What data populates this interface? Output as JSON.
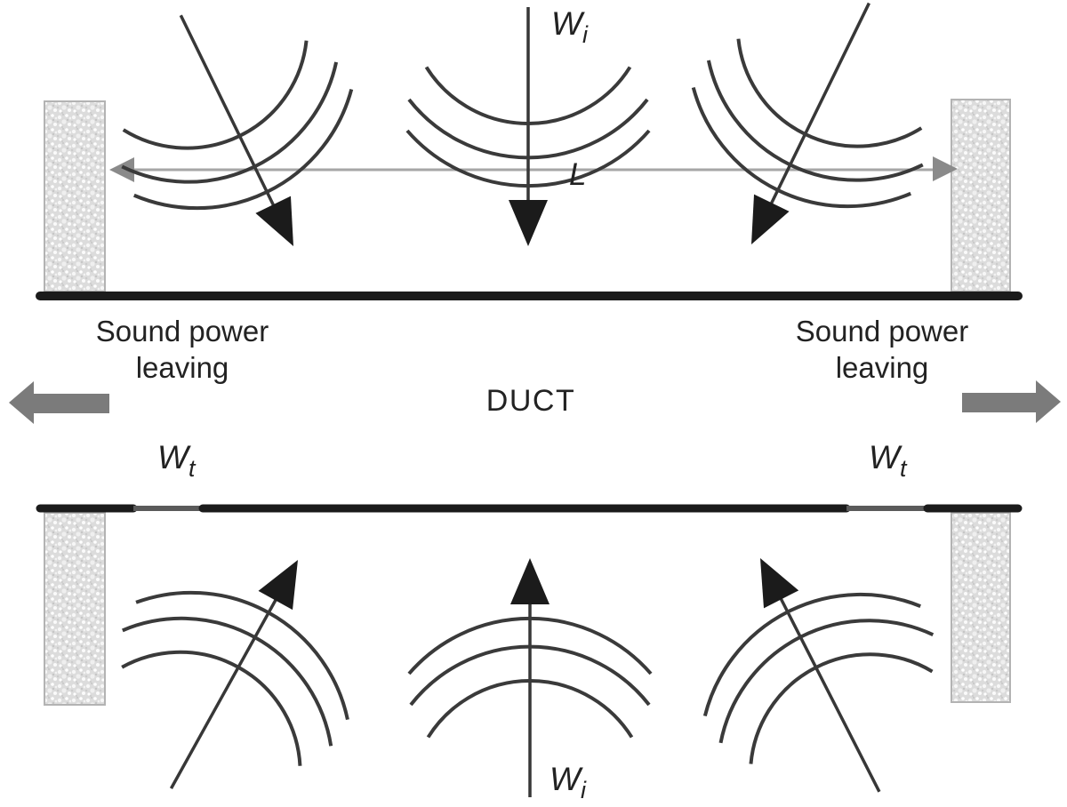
{
  "figure": {
    "duct_label": "DUCT",
    "length_label": "L",
    "incident_power_top": {
      "symbol": "W",
      "sub": "i"
    },
    "incident_power_bottom": {
      "symbol": "W",
      "sub": "i"
    },
    "transmitted_power_left": {
      "symbol": "W",
      "sub": "t"
    },
    "transmitted_power_right": {
      "symbol": "W",
      "sub": "t"
    },
    "sound_power_leaving_left": {
      "line1": "Sound power",
      "line2": "leaving"
    },
    "sound_power_leaving_right": {
      "line1": "Sound power",
      "line2": "leaving"
    }
  },
  "colors": {
    "wall": "#1b1b1b",
    "wall_gray_segment": "#5a5a5a",
    "wave_stroke": "#3a3a3a",
    "wave_arrowhead": "#1b1b1b",
    "dimension_line": "#a6a6a6",
    "dimension_arrowhead": "#8a8a8a",
    "transmitted_arrow": "#7b7b7b",
    "text": "#222222",
    "block_fill": "#dcdcdc",
    "block_border": "#b3b3b3",
    "background": "#ffffff"
  }
}
